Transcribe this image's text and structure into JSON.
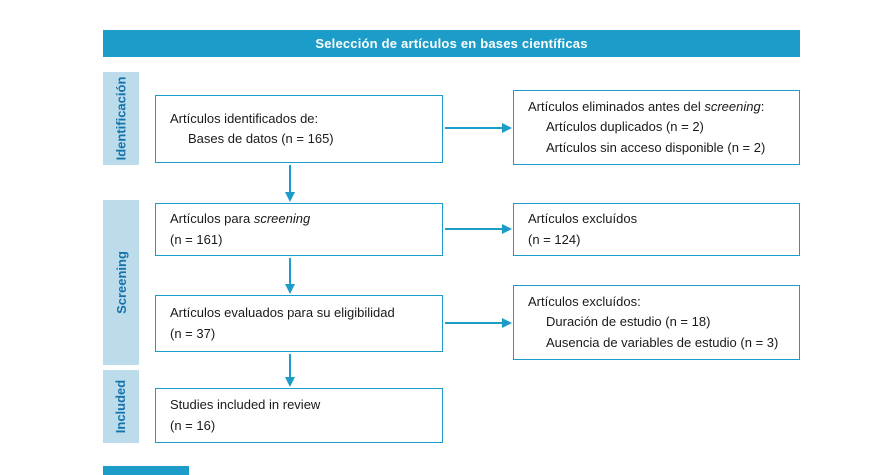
{
  "header": {
    "title": "Selección de artículos en bases científicas"
  },
  "sidebar": {
    "identification": "Identificación",
    "screening": "Screening",
    "included": "Included"
  },
  "boxes": {
    "identified": {
      "line1": "Artículos identificados de:",
      "line2": "Bases de datos (n = 165)"
    },
    "removed_before_screening": {
      "title_prefix": "Artículos eliminados antes del ",
      "title_italic": "screening",
      "title_suffix": ":",
      "items": [
        "Artículos duplicados (n = 2)",
        "Artículos sin acceso disponible (n = 2)"
      ]
    },
    "screened": {
      "line1_prefix": "Artículos para ",
      "line1_italic": "screening",
      "line2": "(n = 161)"
    },
    "excluded_first": {
      "line1": "Artículos excluídos",
      "line2": "(n = 124)"
    },
    "eligibility": {
      "line1": "Artículos evaluados para su eligibilidad",
      "line2": "(n = 37)"
    },
    "excluded_second": {
      "title": "Artículos excluídos:",
      "items": [
        "Duración de estudio (n = 18)",
        "Ausencia de variables de estudio (n = 3)"
      ]
    },
    "included": {
      "line1": "Studies included in review",
      "line2": "(n = 16)"
    }
  },
  "colors": {
    "accent": "#1b9cc9",
    "sidebar_bg": "#bcdcec",
    "sidebar_text": "#1373ab",
    "text": "#1a1a1a"
  }
}
